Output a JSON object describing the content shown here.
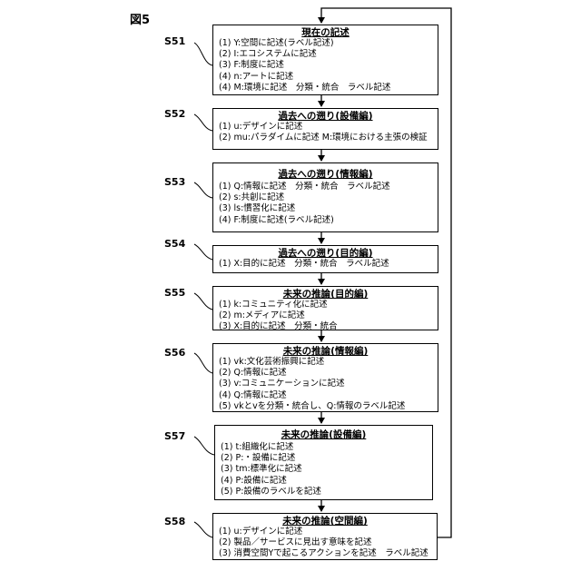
{
  "figure_label": "図5",
  "steps": [
    {
      "label": "S51",
      "title": "現在の記述",
      "lines": [
        "(1) Y:空間に記述(ラベル記述)",
        "(2) I:エコシステムに記述",
        "(3) F:制度に記述",
        "(4) n:アートに記述",
        "(4) M:環境に記述　分類・統合　ラベル記述"
      ]
    },
    {
      "label": "S52",
      "title": "過去への遡り(設備編)",
      "lines": [
        "(1) u:デザインに記述",
        "(2) mu:パラダイムに記述 M:環境における主張の検証"
      ]
    },
    {
      "label": "S53",
      "title": "過去への遡り(情報編)",
      "lines": [
        "(1) Q:情報に記述　分類・統合　ラベル記述",
        "(2) s:共創に記述",
        "(3) ls:慣習化に記述",
        "(4) F:制度に記述(ラベル記述)"
      ]
    },
    {
      "label": "S54",
      "title": "過去への遡り(目的編)",
      "lines": [
        "(1) X:目的に記述　分類・統合　ラベル記述"
      ]
    },
    {
      "label": "S55",
      "title": "未来の推論(目的編)",
      "lines": [
        "(1) k:コミュニティ化に記述",
        "(2) m:メディアに記述",
        "(3) X:目的に記述　分類・統合"
      ]
    },
    {
      "label": "S56",
      "title": "未来の推論(情報編)",
      "lines": [
        "(1) vk:文化芸術振興に記述",
        "(2) Q:情報に記述",
        "(3) v:コミュニケーションに記述",
        "(4) Q:情報に記述",
        "(5) vkとvを分類・統合し、Q:情報のラベル記述"
      ]
    },
    {
      "label": "S57",
      "title": "未来の推論(設備編)",
      "lines": [
        "(1) t:組織化に記述",
        "(2) P:・設備に記述",
        "(3) tm:標準化に記述",
        "(4) P:設備に記述",
        "(5) P:設備のラベルを記述"
      ]
    },
    {
      "label": "S58",
      "title": "未来の推論(空間編)",
      "lines": [
        "(1) u:デザインに記述",
        "(2) 製品／サービスに見出す意味を記述",
        "(3) 消費空間Yで起こるアクションを記述　ラベル記述"
      ]
    }
  ]
}
